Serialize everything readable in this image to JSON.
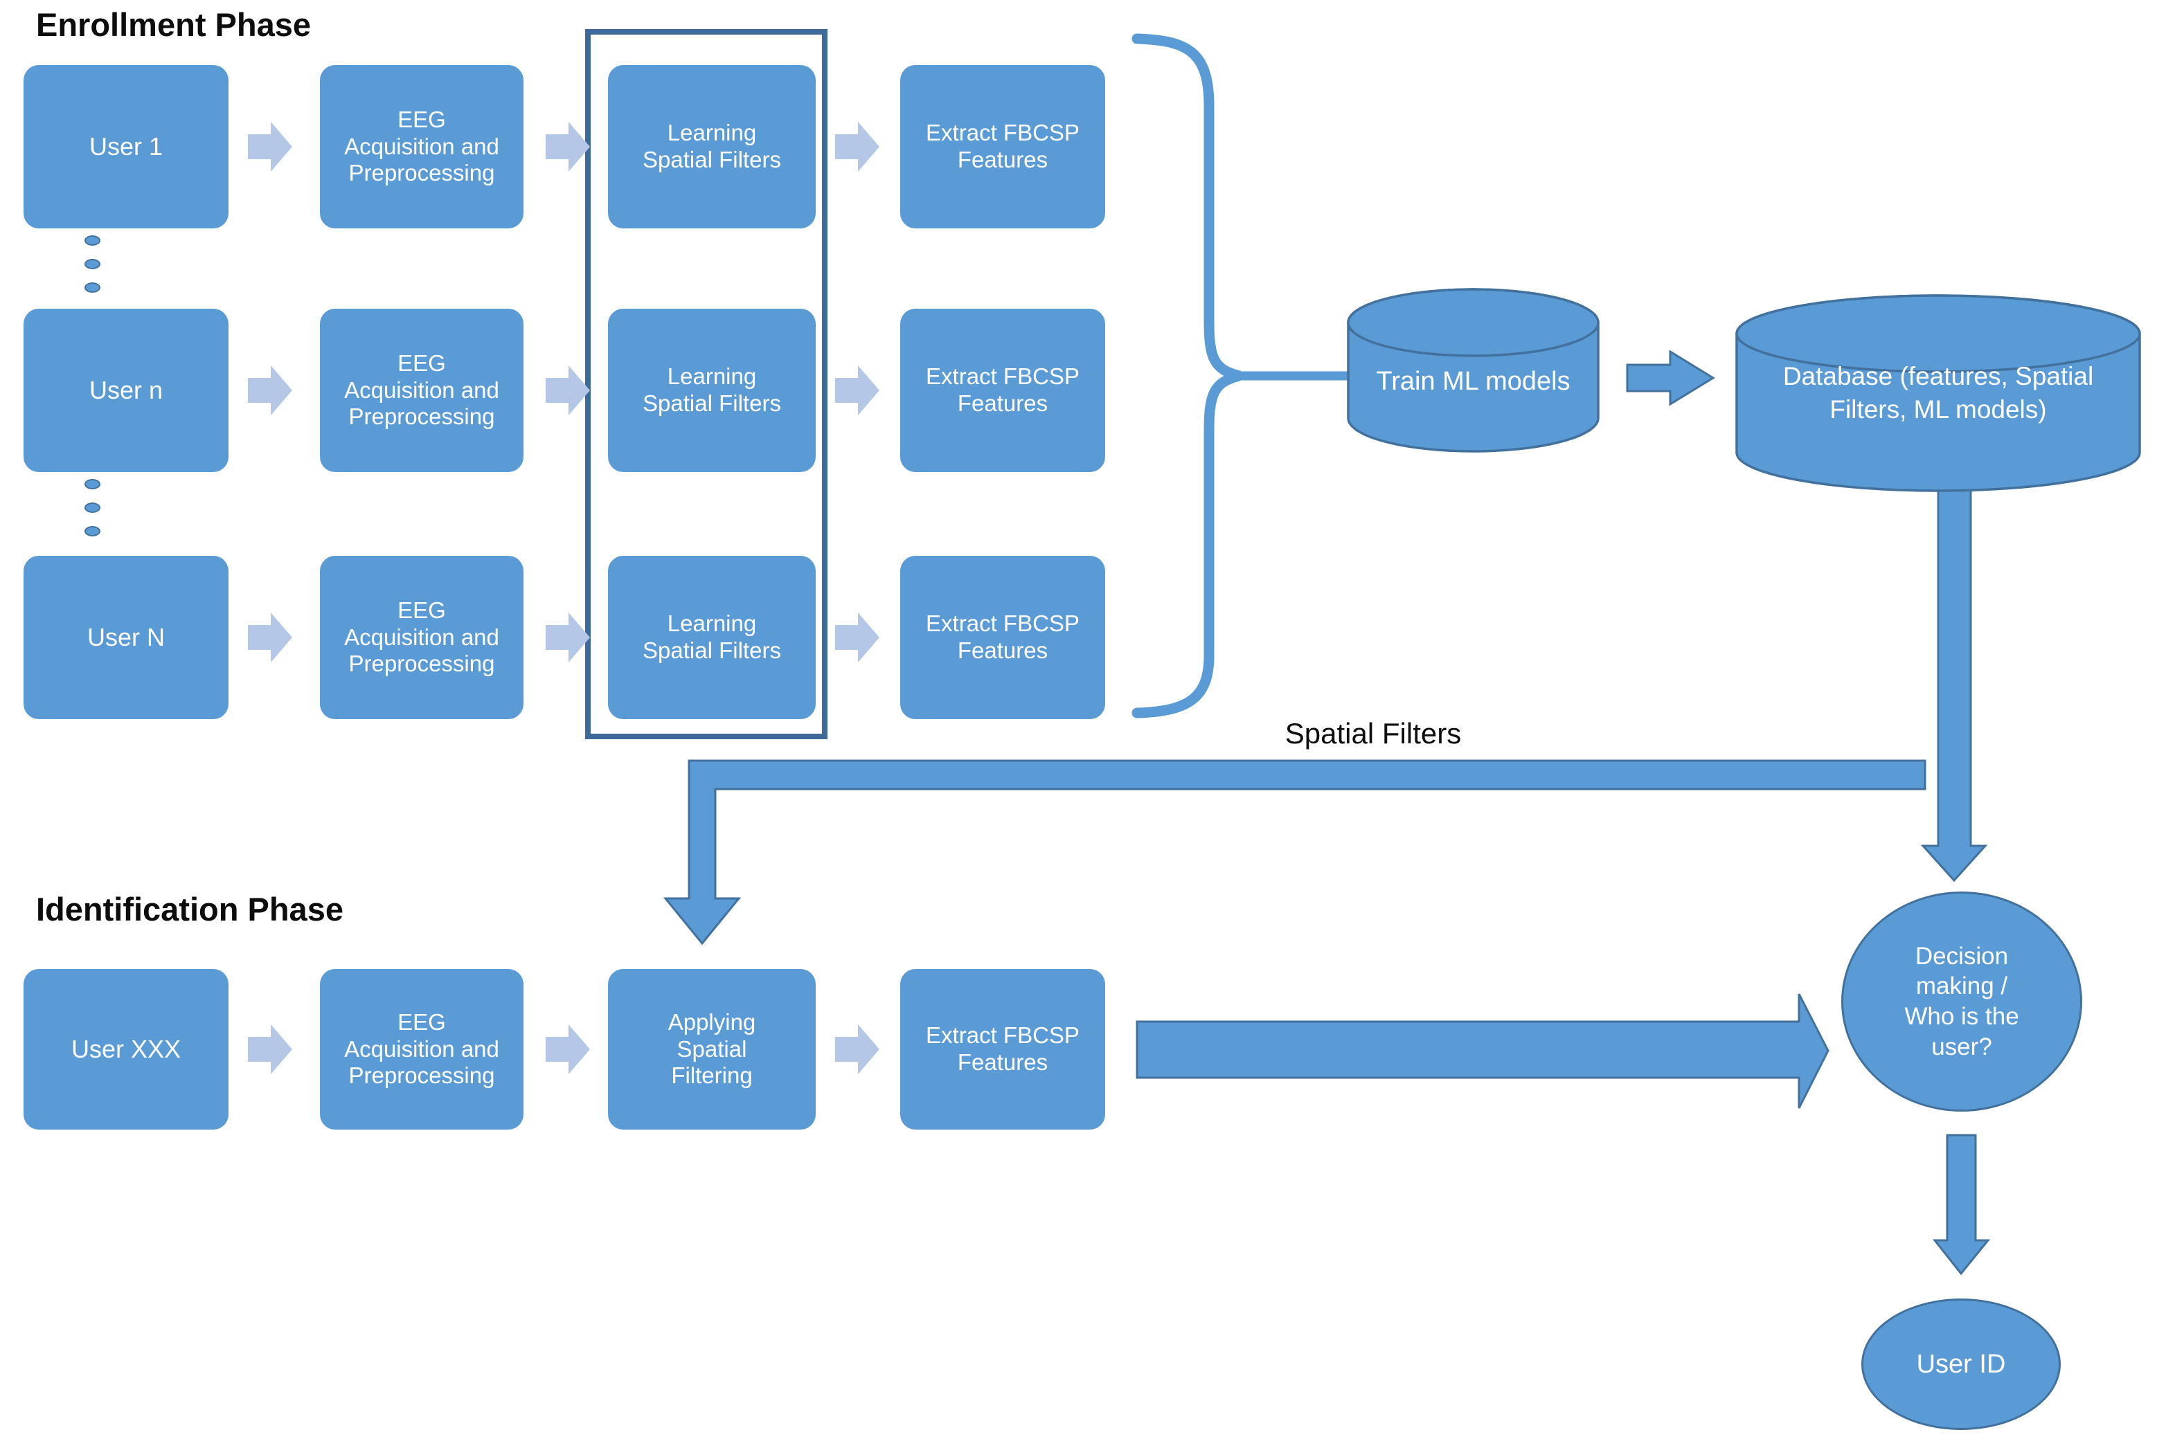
{
  "diagram": {
    "enrollment": {
      "title": "Enrollment Phase",
      "rows": [
        {
          "user": "User 1"
        },
        {
          "user": "User n"
        },
        {
          "user": "User N"
        }
      ],
      "steps": {
        "eeg": "EEG Acquisition and Preprocessing",
        "learning": "Learning Spatial Filters",
        "extract": "Extract FBCSP Features"
      }
    },
    "identification": {
      "title": "Identification Phase",
      "user": "User XXX",
      "steps": {
        "eeg": "EEG Acquisition and Preprocessing",
        "applying": "Applying Spatial Filtering",
        "extract": "Extract FBCSP Features"
      }
    },
    "nodes": {
      "train": "Train ML models",
      "database": "Database (features, Spatial Filters, ML models)",
      "decision": "Decision making / Who is the user?",
      "user_id": "User ID"
    },
    "labels": {
      "spatial_filters": "Spatial Filters"
    },
    "colors": {
      "node_fill": "#5b9bd5",
      "node_stroke": "#41719c",
      "light_arrow_fill": "#b4c7e7",
      "highlight_border": "#3e6a9a",
      "node_text": "#ffffff",
      "title_text": "#0d0d0d"
    }
  }
}
